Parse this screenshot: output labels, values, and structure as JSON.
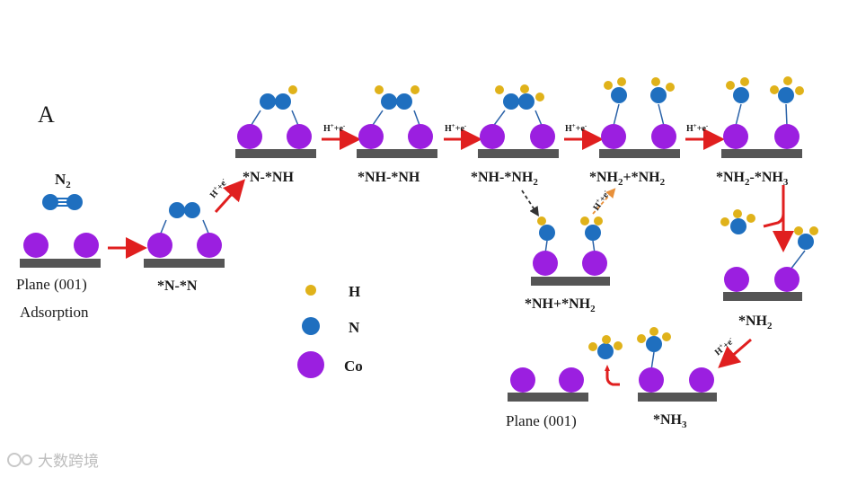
{
  "panel_label": "A",
  "n2_label": {
    "main": "N",
    "sub": "2"
  },
  "step_labels": {
    "s1a": "Plane (001)",
    "s1b": "Adsorption",
    "s2": "*N-*N",
    "s3": "*N-*NH",
    "s4": "*NH-*NH",
    "s5": {
      "a": "*NH-*NH",
      "b": "2"
    },
    "s6": {
      "a": "*NH",
      "b": "2",
      "c": "+*NH",
      "d": "2"
    },
    "s7": {
      "a": "*NH",
      "b": "2",
      "c": "-*NH",
      "d": "3"
    },
    "s8": {
      "a": "*NH+*NH",
      "b": "2"
    },
    "s9": {
      "a": "*NH",
      "b": "2"
    },
    "s10": "*NH",
    "s10sub": "3",
    "s11": "Plane (001)"
  },
  "reaction": {
    "h": "H",
    "plus": "+",
    "mid": "+e",
    "minus": "-"
  },
  "legend": {
    "h": "H",
    "n": "N",
    "co": "Co"
  },
  "colors": {
    "co": "#9b1fe0",
    "n": "#1f6fbf",
    "h": "#e0b21a",
    "arrow": "#e01f1f",
    "surface": "#555555",
    "bond": "#2a62a8"
  },
  "watermark": "大数跨境"
}
